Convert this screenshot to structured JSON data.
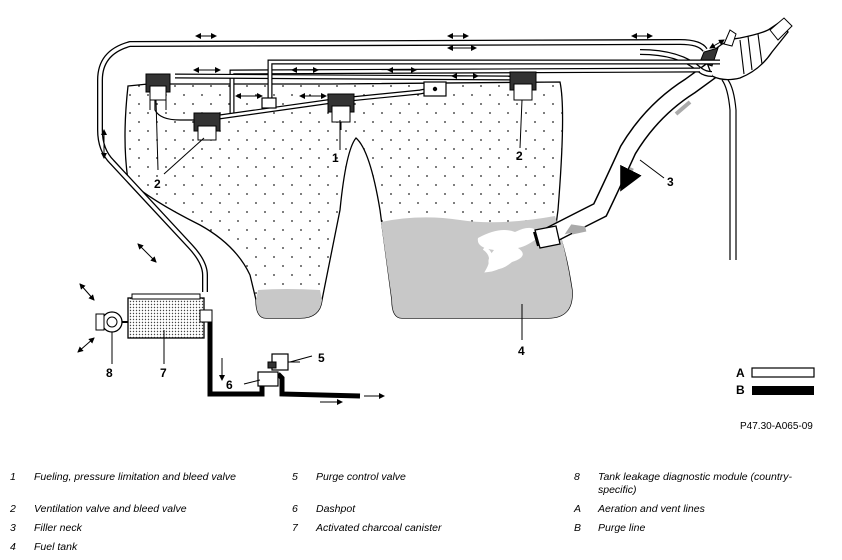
{
  "diagram": {
    "callouts": [
      "1",
      "2",
      "2",
      "2",
      "3",
      "4",
      "5",
      "6",
      "7",
      "8"
    ],
    "line_legend": [
      {
        "key": "A",
        "style": "outline"
      },
      {
        "key": "B",
        "style": "solid"
      }
    ],
    "figure_id": "P47.30-A065-09",
    "colors": {
      "fuel": "#c8c8c8",
      "line": "#000000",
      "background": "#ffffff"
    }
  },
  "legend": [
    {
      "key": "1",
      "label": "Fueling, pressure limitation and bleed valve"
    },
    {
      "key": "2",
      "label": "Ventilation valve and bleed valve"
    },
    {
      "key": "3",
      "label": "Filler neck"
    },
    {
      "key": "4",
      "label": "Fuel tank"
    },
    {
      "key": "5",
      "label": "Purge control valve"
    },
    {
      "key": "6",
      "label": "Dashpot"
    },
    {
      "key": "7",
      "label": "Activated charcoal canister"
    },
    {
      "key": "8",
      "label": "Tank leakage diagnostic module (country-specific)"
    },
    {
      "key": "A",
      "label": "Aeration and vent lines"
    },
    {
      "key": "B",
      "label": "Purge line"
    }
  ]
}
